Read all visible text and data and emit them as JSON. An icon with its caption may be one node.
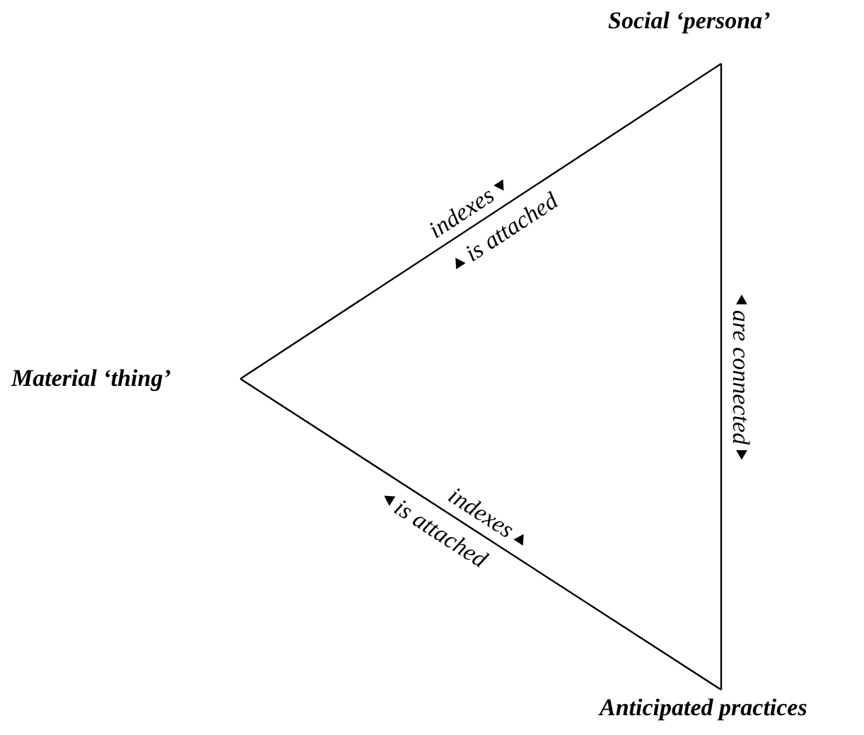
{
  "diagram": {
    "nodes": [
      {
        "text": [
          "Social ‘persona’"
        ]
      },
      {
        "text": [
          "Material ‘thing’"
        ]
      },
      {
        "text": [
          "Anticipated practices"
        ]
      }
    ],
    "edges": [
      {
        "from": 1,
        "to": 0,
        "arrow": "none",
        "label": "indexes"
      },
      {
        "from": 1,
        "to": 2,
        "arrow": "none",
        "label": "indexes"
      },
      {
        "from": 0,
        "to": 2,
        "arrow": "none",
        "label": "are connected"
      }
    ],
    "labels": [
      "is attached",
      "is attached"
    ]
  }
}
